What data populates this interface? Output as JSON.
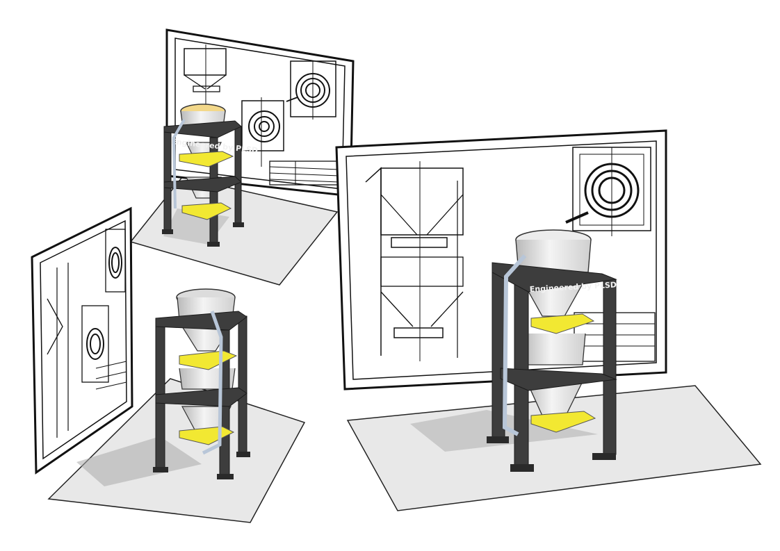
{
  "scene": {
    "views": [
      {
        "id": "view-top-left",
        "frame_label": "Engineered by PLSD"
      },
      {
        "id": "view-bottom-left",
        "frame_label": ""
      },
      {
        "id": "view-right",
        "frame_label": "Engineered by PLSD"
      }
    ]
  },
  "colors": {
    "frame_steel": "#3d3d3d",
    "frame_steel_dark": "#2a2a2a",
    "support_ring": "#f2e832",
    "hopper_body": "#e8e8e8",
    "hopper_shade": "#c9c9c9",
    "pipe": "#b8c6d8",
    "ground": "#e8e8e8",
    "shadow": "#a9a9a9",
    "drawing_line": "#111111",
    "material_fill": "#f3d88a"
  }
}
